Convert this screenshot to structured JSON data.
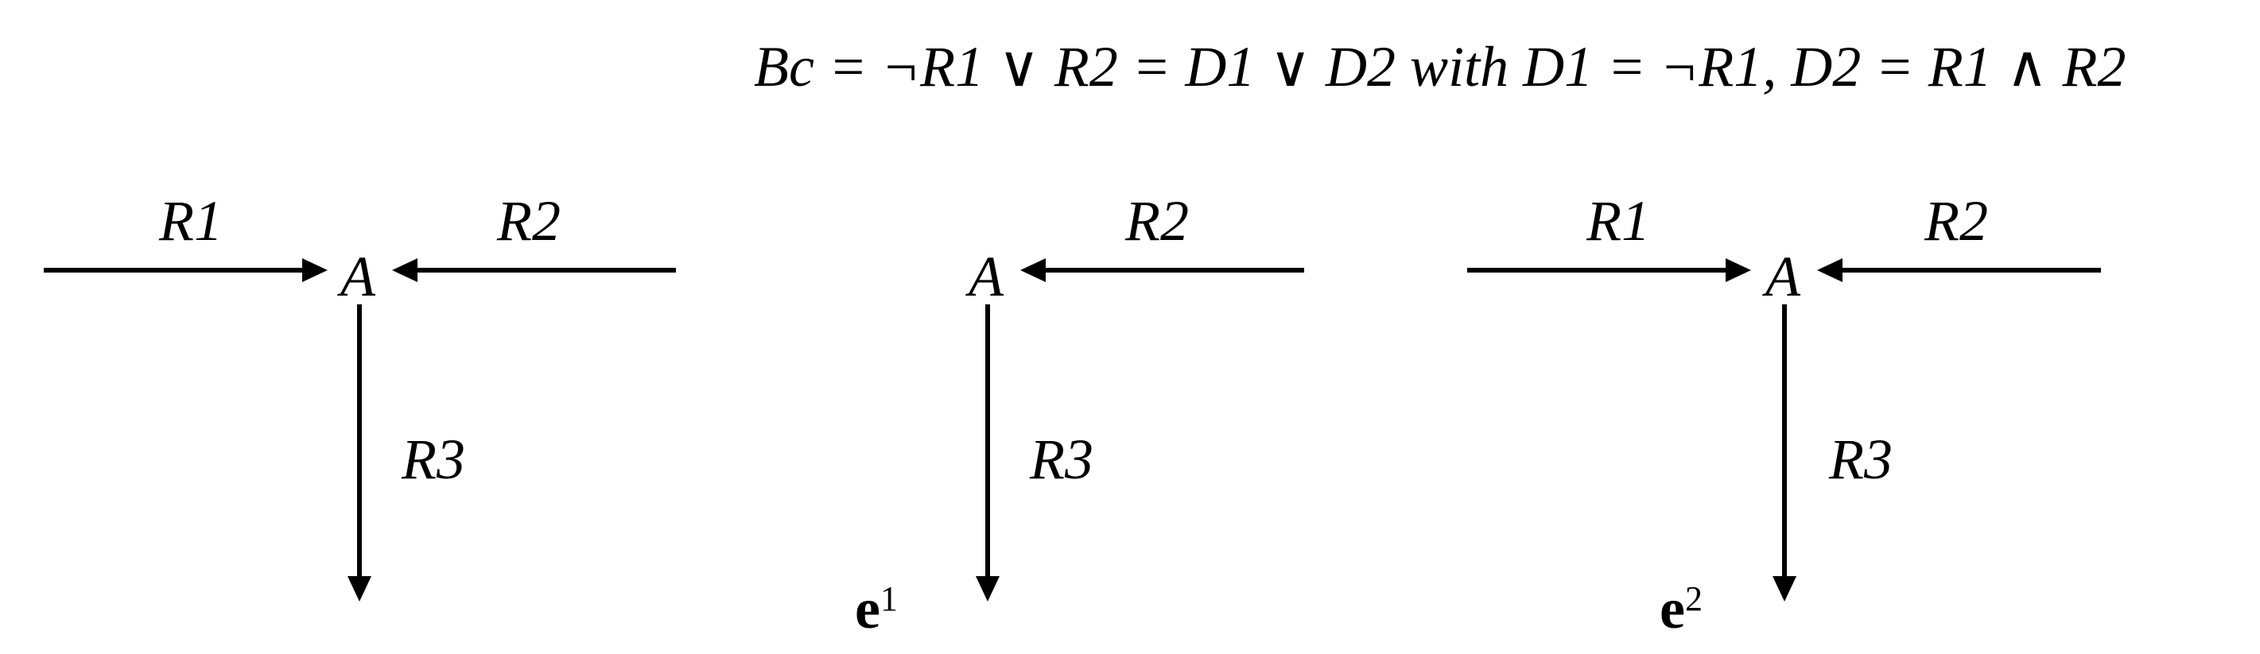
{
  "formula": "Bc = ¬R1 ∨ R2 = D1 ∨ D2 with D1 = ¬R1, D2 = R1 ∧ R2",
  "panels": [
    {
      "node": "A",
      "in_left": "R1",
      "in_right": "R2",
      "out": "R3",
      "result": "",
      "result_sup": ""
    },
    {
      "node": "A",
      "in_right": "R2",
      "out": "R3",
      "result": "e",
      "result_sup": "1"
    },
    {
      "node": "A",
      "in_left": "R1",
      "in_right": "R2",
      "out": "R3",
      "result": "e",
      "result_sup": "2"
    }
  ]
}
